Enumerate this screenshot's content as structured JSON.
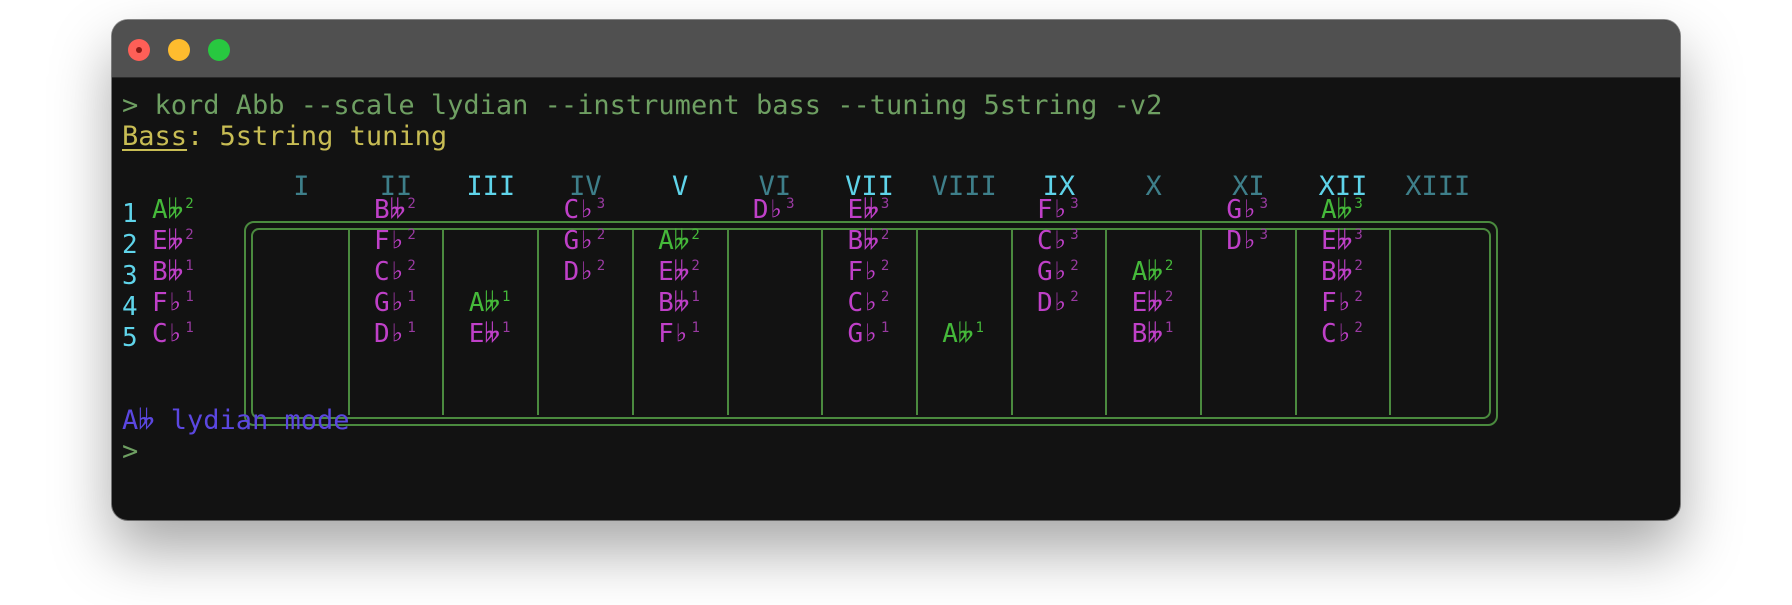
{
  "window": {
    "buttons": {
      "close": "close",
      "minimize": "minimize",
      "zoom": "zoom"
    }
  },
  "terminal": {
    "command_line": "> kord Abb --scale lydian --instrument bass --tuning 5string -v2",
    "instrument_label": "Bass",
    "tuning_suffix": ": 5string tuning",
    "fret_labels": [
      "I",
      "II",
      "III",
      "IV",
      "V",
      "VI",
      "VII",
      "VIII",
      "IX",
      "X",
      "XI",
      "XII",
      "XIII"
    ],
    "bright_frets": [
      "III",
      "V",
      "VII",
      "IX",
      "XII"
    ],
    "strings": [
      {
        "num": "1",
        "open": "A𝄫",
        "oct": "2",
        "open_color": "green"
      },
      {
        "num": "2",
        "open": "E𝄫",
        "oct": "2",
        "open_color": "magenta"
      },
      {
        "num": "3",
        "open": "B𝄫",
        "oct": "1",
        "open_color": "magenta"
      },
      {
        "num": "4",
        "open": "F♭",
        "oct": "1",
        "open_color": "magenta"
      },
      {
        "num": "5",
        "open": "C♭",
        "oct": "1",
        "open_color": "magenta"
      }
    ],
    "fret_notes": [
      {
        "fret": 2,
        "string": 1,
        "note": "B𝄫",
        "oct": "2",
        "color": "magenta"
      },
      {
        "fret": 2,
        "string": 2,
        "note": "F♭",
        "oct": "2",
        "color": "magenta"
      },
      {
        "fret": 2,
        "string": 3,
        "note": "C♭",
        "oct": "2",
        "color": "magenta"
      },
      {
        "fret": 2,
        "string": 4,
        "note": "G♭",
        "oct": "1",
        "color": "magenta"
      },
      {
        "fret": 2,
        "string": 5,
        "note": "D♭",
        "oct": "1",
        "color": "magenta"
      },
      {
        "fret": 3,
        "string": 4,
        "note": "A𝄫",
        "oct": "1",
        "color": "green"
      },
      {
        "fret": 3,
        "string": 5,
        "note": "E𝄫",
        "oct": "1",
        "color": "magenta"
      },
      {
        "fret": 4,
        "string": 1,
        "note": "C♭",
        "oct": "3",
        "color": "magenta"
      },
      {
        "fret": 4,
        "string": 2,
        "note": "G♭",
        "oct": "2",
        "color": "magenta"
      },
      {
        "fret": 4,
        "string": 3,
        "note": "D♭",
        "oct": "2",
        "color": "magenta"
      },
      {
        "fret": 5,
        "string": 2,
        "note": "A𝄫",
        "oct": "2",
        "color": "green"
      },
      {
        "fret": 5,
        "string": 3,
        "note": "E𝄫",
        "oct": "2",
        "color": "magenta"
      },
      {
        "fret": 5,
        "string": 4,
        "note": "B𝄫",
        "oct": "1",
        "color": "magenta"
      },
      {
        "fret": 5,
        "string": 5,
        "note": "F♭",
        "oct": "1",
        "color": "magenta"
      },
      {
        "fret": 6,
        "string": 1,
        "note": "D♭",
        "oct": "3",
        "color": "magenta"
      },
      {
        "fret": 7,
        "string": 1,
        "note": "E𝄫",
        "oct": "3",
        "color": "magenta"
      },
      {
        "fret": 7,
        "string": 2,
        "note": "B𝄫",
        "oct": "2",
        "color": "magenta"
      },
      {
        "fret": 7,
        "string": 3,
        "note": "F♭",
        "oct": "2",
        "color": "magenta"
      },
      {
        "fret": 7,
        "string": 4,
        "note": "C♭",
        "oct": "2",
        "color": "magenta"
      },
      {
        "fret": 7,
        "string": 5,
        "note": "G♭",
        "oct": "1",
        "color": "magenta"
      },
      {
        "fret": 8,
        "string": 5,
        "note": "A𝄫",
        "oct": "1",
        "color": "green"
      },
      {
        "fret": 9,
        "string": 1,
        "note": "F♭",
        "oct": "3",
        "color": "magenta"
      },
      {
        "fret": 9,
        "string": 2,
        "note": "C♭",
        "oct": "3",
        "color": "magenta"
      },
      {
        "fret": 9,
        "string": 3,
        "note": "G♭",
        "oct": "2",
        "color": "magenta"
      },
      {
        "fret": 9,
        "string": 4,
        "note": "D♭",
        "oct": "2",
        "color": "magenta"
      },
      {
        "fret": 10,
        "string": 3,
        "note": "A𝄫",
        "oct": "2",
        "color": "green"
      },
      {
        "fret": 10,
        "string": 4,
        "note": "E𝄫",
        "oct": "2",
        "color": "magenta"
      },
      {
        "fret": 10,
        "string": 5,
        "note": "B𝄫",
        "oct": "1",
        "color": "magenta"
      },
      {
        "fret": 11,
        "string": 1,
        "note": "G♭",
        "oct": "3",
        "color": "magenta"
      },
      {
        "fret": 11,
        "string": 2,
        "note": "D♭",
        "oct": "3",
        "color": "magenta"
      },
      {
        "fret": 12,
        "string": 1,
        "note": "A𝄫",
        "oct": "3",
        "color": "green"
      },
      {
        "fret": 12,
        "string": 2,
        "note": "E𝄫",
        "oct": "3",
        "color": "magenta"
      },
      {
        "fret": 12,
        "string": 3,
        "note": "B𝄫",
        "oct": "2",
        "color": "magenta"
      },
      {
        "fret": 12,
        "string": 4,
        "note": "F♭",
        "oct": "2",
        "color": "magenta"
      },
      {
        "fret": 12,
        "string": 5,
        "note": "C♭",
        "oct": "2",
        "color": "magenta"
      }
    ],
    "scale_result": "A𝄫 lydian mode",
    "final_prompt": ">"
  },
  "colors": {
    "background": "#121212",
    "prompt": "#6e9f62",
    "bass_label": "#c8bd54",
    "fret_bright": "#5fd4ea",
    "fret_dim": "#3e7f8a",
    "note_magenta": "#bf40c8",
    "note_green": "#45b93a",
    "fretboard": "#4a8a3e",
    "scale_text": "#5b47e0"
  }
}
